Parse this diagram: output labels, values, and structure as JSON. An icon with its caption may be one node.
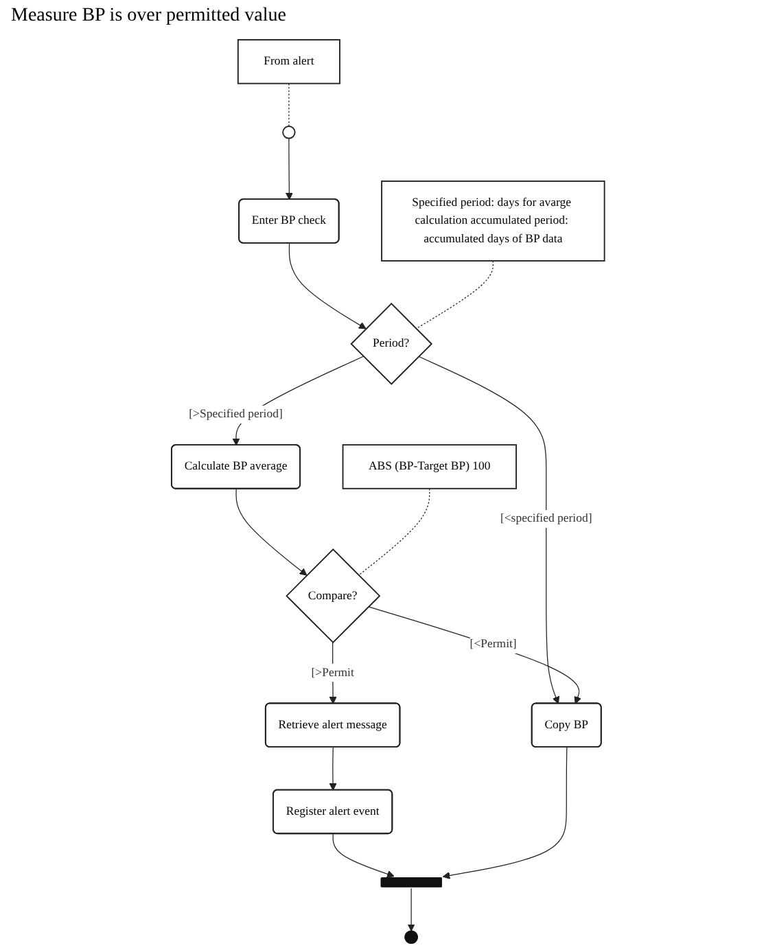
{
  "diagram": {
    "nodes": [
      {
        "text": [
          "From alert"
        ]
      },
      {
        "text": [],
        "shape": "circle"
      },
      {
        "text": [
          "Enter BP check"
        ]
      },
      {
        "text": [
          "Specified period: days for avarge calculation accumulated period: accumulated days of BP data"
        ]
      },
      {
        "text": [
          "Period?"
        ]
      },
      {
        "text": [
          "Calculate BP average"
        ]
      },
      {
        "text": [
          "ABS (BP-Target BP) 100"
        ]
      },
      {
        "text": [
          "Compare?"
        ]
      },
      {
        "text": [
          "Retrieve alert message"
        ]
      },
      {
        "text": [
          "Copy BP"
        ]
      },
      {
        "text": [
          "Register alert event"
        ]
      },
      {
        "text": [],
        "shape": "bar"
      },
      {
        "text": [],
        "shape": "circle"
      }
    ],
    "edges": [
      {
        "from": 0,
        "to": 1,
        "arrow": "none",
        "style": "dashed"
      },
      {
        "from": 1,
        "to": 2,
        "arrow": "to"
      },
      {
        "from": 2,
        "to": 4,
        "arrow": "to"
      },
      {
        "from": 3,
        "to": 4,
        "arrow": "none",
        "style": "dashed"
      },
      {
        "from": 4,
        "to": 9,
        "arrow": "to",
        "label": "[<specified period]"
      },
      {
        "from": 4,
        "to": 5,
        "arrow": "to",
        "label": "[>Specified period]"
      },
      {
        "from": 5,
        "to": 7,
        "arrow": "to"
      },
      {
        "from": 6,
        "to": 7,
        "arrow": "none",
        "style": "dashed"
      },
      {
        "from": 7,
        "to": 8,
        "arrow": "to",
        "label": "[>Permit"
      },
      {
        "from": 7,
        "to": 9,
        "arrow": "to",
        "label": "[<Permit]"
      },
      {
        "from": 8,
        "to": 10,
        "arrow": "to"
      },
      {
        "from": 10,
        "to": 11,
        "arrow": "to"
      },
      {
        "from": 9,
        "to": 11,
        "arrow": "to"
      },
      {
        "from": 11,
        "to": 12,
        "arrow": "to"
      }
    ],
    "labels": [
      "Measure BP is over permitted value"
    ]
  }
}
